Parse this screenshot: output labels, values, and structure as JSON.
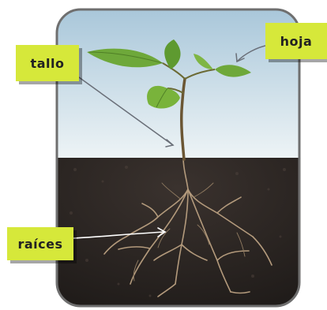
{
  "labels": {
    "tallo": "tallo",
    "hoja": "hoja",
    "raices": "raíces"
  },
  "colors": {
    "label_background": "#d6e83a",
    "frame_border": "#6f6f6f",
    "sky_top": "#a9c7da",
    "sky_bottom": "#e9f1f4",
    "soil": "#2c2623",
    "leaf": "#6ea83a",
    "stem": "#6b5634",
    "roots": "#b39a7c"
  }
}
